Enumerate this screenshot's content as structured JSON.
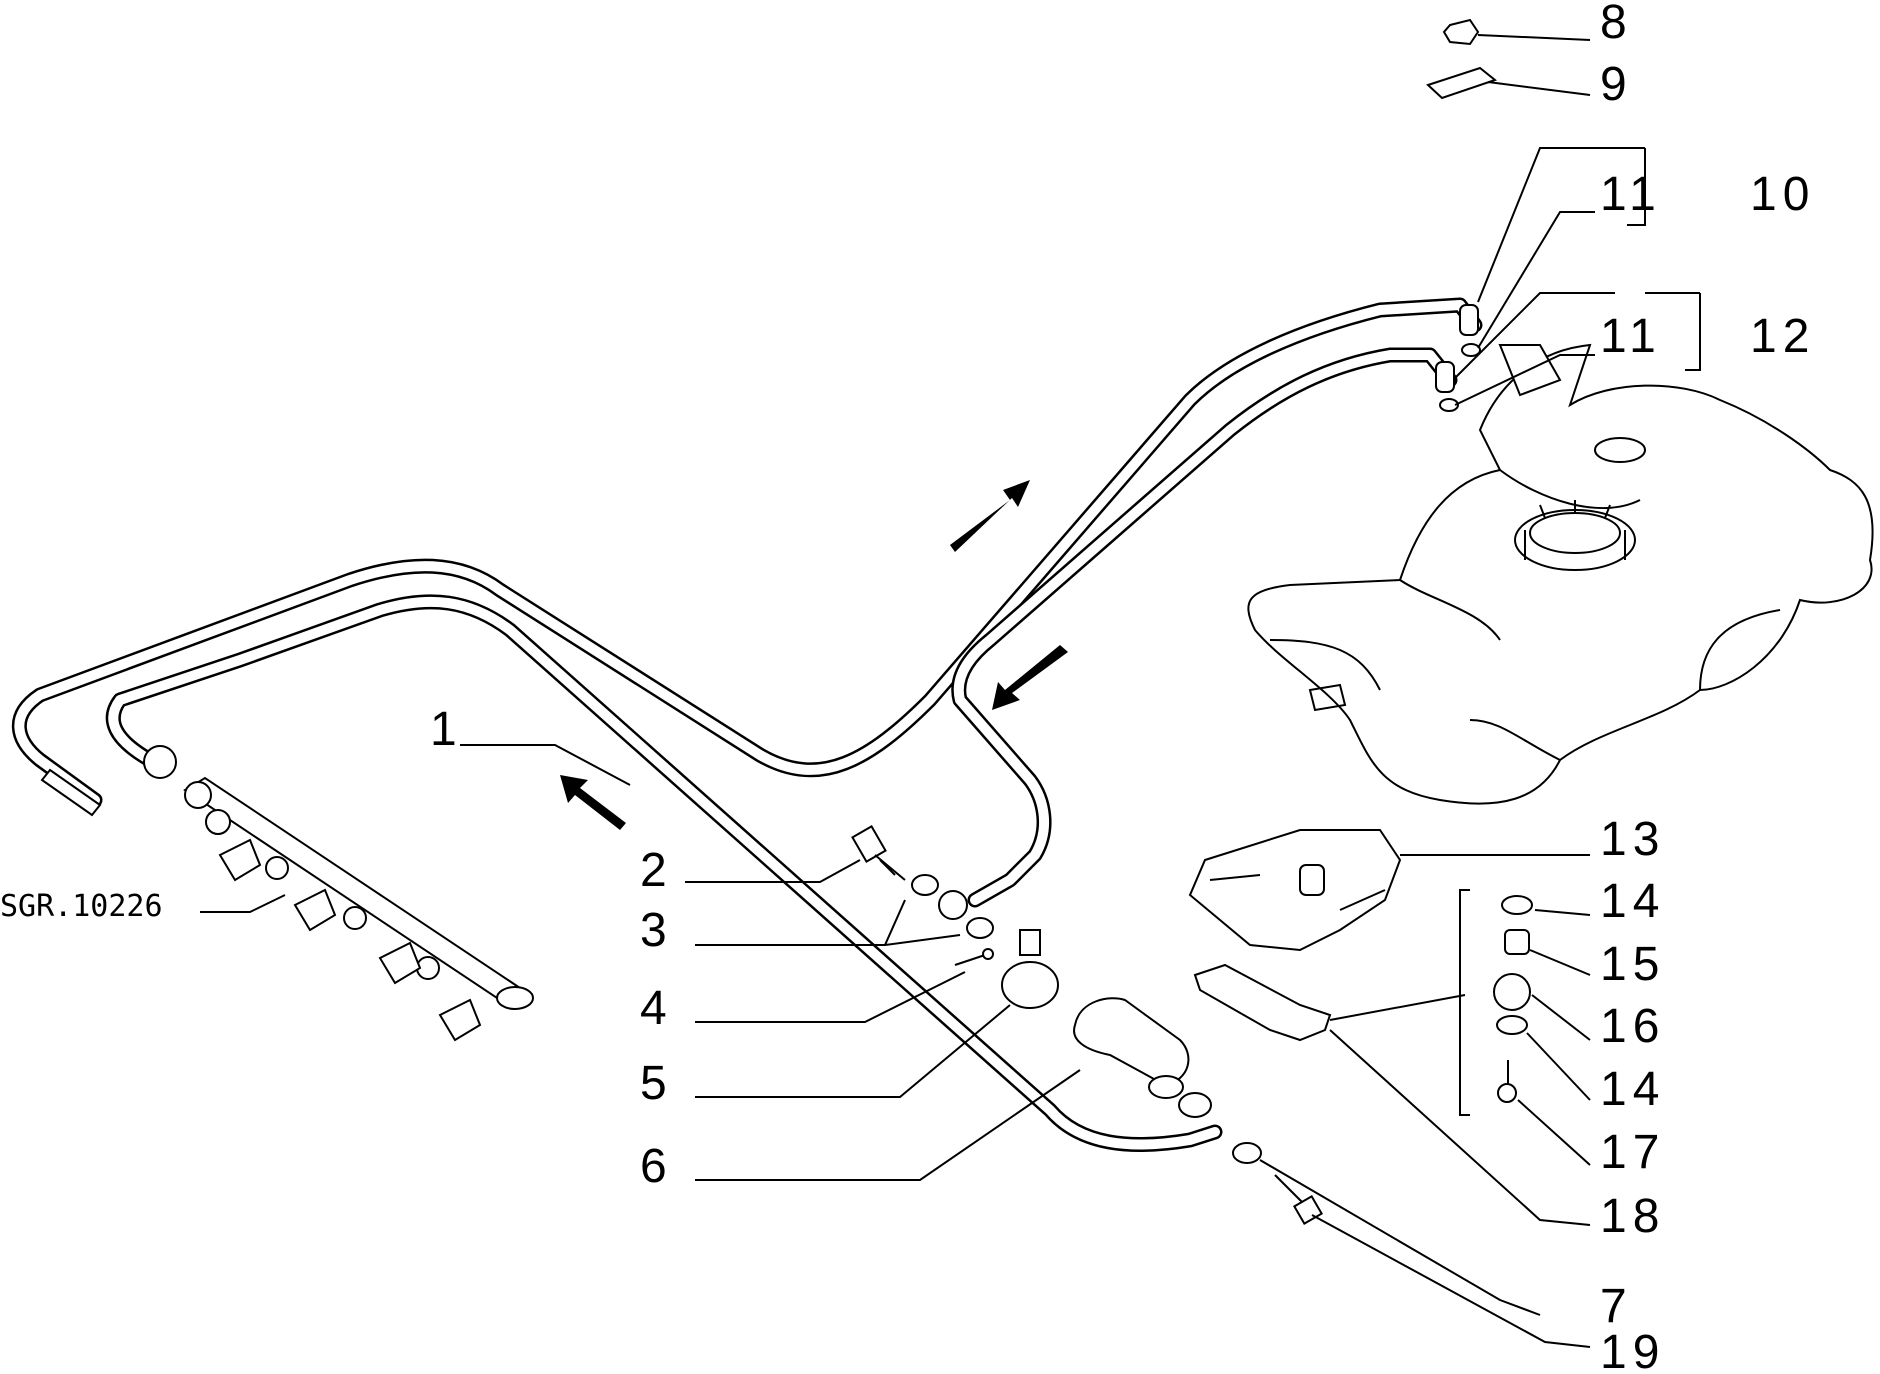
{
  "diagram_code": "SGR.10226",
  "callouts": {
    "c1": "1",
    "c2": "2",
    "c3": "3",
    "c4": "4",
    "c5": "5",
    "c6": "6",
    "c7": "7",
    "c8": "8",
    "c9": "9",
    "c10": "10",
    "c11a": "11",
    "c11b": "11",
    "c12": "12",
    "c13": "13",
    "c14a": "14",
    "c15": "15",
    "c16": "16",
    "c14b": "14",
    "c17": "17",
    "c18": "18",
    "c19": "19"
  },
  "icons": [
    "flow-arrow-icon",
    "fuel-tank-icon",
    "fuel-filter-icon",
    "injector-rail-icon"
  ]
}
